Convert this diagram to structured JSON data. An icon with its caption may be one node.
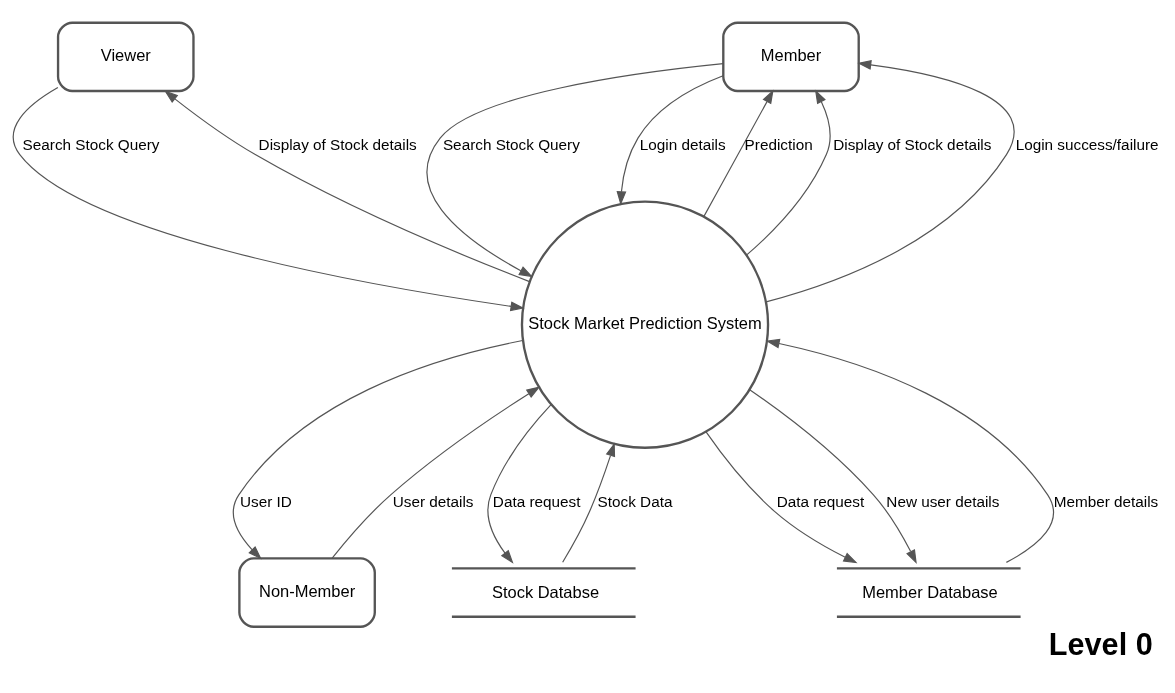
{
  "diagram": {
    "title": "Level 0",
    "nodes": [
      {
        "text": [
          "Viewer"
        ]
      },
      {
        "text": [
          "Member"
        ]
      },
      {
        "text": [
          "Stock Market Prediction System"
        ]
      },
      {
        "text": [
          "Non-Member"
        ]
      },
      {
        "text": [
          "Stock Databse"
        ]
      },
      {
        "text": [
          "Member Database"
        ]
      }
    ],
    "edges": [
      {
        "from": 0,
        "to": 2,
        "arrow": "to",
        "label": "Search Stock Query"
      },
      {
        "from": 2,
        "to": 0,
        "arrow": "to",
        "label": "Display of Stock details"
      },
      {
        "from": 2,
        "to": 1,
        "arrow": "to",
        "label": "Prediction"
      },
      {
        "from": 2,
        "to": 1,
        "arrow": "to",
        "label": "Display of Stock details"
      },
      {
        "from": 1,
        "to": 2,
        "arrow": "to",
        "label": "Search Stock Query"
      },
      {
        "from": 1,
        "to": 2,
        "arrow": "to",
        "label": "Login details"
      },
      {
        "from": 2,
        "to": 1,
        "arrow": "to",
        "label": "Login success/failure"
      },
      {
        "from": 2,
        "to": 3,
        "arrow": "to",
        "label": "User ID"
      },
      {
        "from": 3,
        "to": 2,
        "arrow": "to",
        "label": "User details"
      },
      {
        "from": 2,
        "to": 4,
        "arrow": "to",
        "label": "Data request"
      },
      {
        "from": 4,
        "to": 2,
        "arrow": "to",
        "label": "Stock Data"
      },
      {
        "from": 2,
        "to": 5,
        "arrow": "to",
        "label": "Data request"
      },
      {
        "from": 5,
        "to": 2,
        "arrow": "to",
        "label": "Member details"
      },
      {
        "from": 2,
        "to": 5,
        "arrow": "to",
        "label": "New user details"
      }
    ]
  }
}
